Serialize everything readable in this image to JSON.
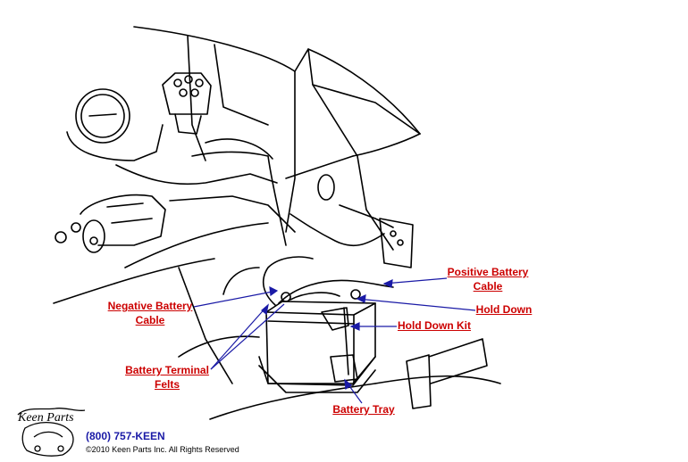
{
  "colors": {
    "label": "#cc0000",
    "leader": "#1a1aa6",
    "phone": "#1a1aa6",
    "drawing": "#000000"
  },
  "labels": {
    "positive_battery_cable": [
      "Positive Battery",
      "Cable"
    ],
    "hold_down": "Hold Down",
    "hold_down_kit": "Hold Down Kit",
    "negative_battery_cable": [
      "Negative Battery",
      "Cable"
    ],
    "battery_terminal_felts": [
      "Battery Terminal",
      "Felts"
    ],
    "battery_tray": "Battery Tray"
  },
  "footer": {
    "logo_text": "Keen Parts",
    "phone": "(800) 757-KEEN",
    "copyright": "©2010 Keen Parts Inc. All Rights Reserved"
  }
}
